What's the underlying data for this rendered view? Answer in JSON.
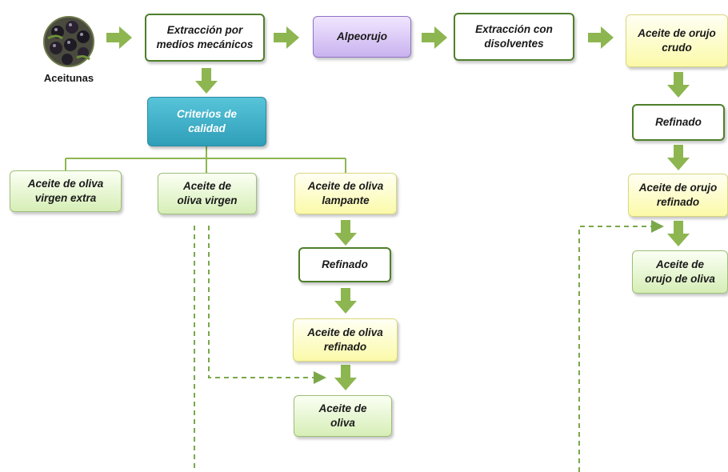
{
  "nodes": {
    "aceitunas": "Aceitunas",
    "extraccion_mecanica": "Extracción por\nmedios mecánicos",
    "alpeorujo": "Alpeorujo",
    "extraccion_disolventes": "Extracción con\ndisolventes",
    "orujo_crudo": "Aceite de orujo\ncrudo",
    "criterios": "Criterios de\ncalidad",
    "virgen_extra": "Aceite de oliva\nvirgen extra",
    "virgen": "Aceite de\noliva virgen",
    "lampante": "Aceite de oliva\nlampante",
    "refinado_1": "Refinado",
    "oliva_refinado": "Aceite de oliva\nrefinado",
    "aceite_oliva": "Aceite de\noliva",
    "refinado_2": "Refinado",
    "orujo_refinado": "Aceite de orujo\nrefinado",
    "orujo_oliva": "Aceite de\norujo de oliva"
  },
  "colors": {
    "arrow": "#8db650",
    "border_dark": "#4e7f2a",
    "teal": "#35a6be",
    "purple": "#c9b2ef",
    "yellow": "#fbfaa8",
    "light_green": "#d6eeb6"
  }
}
